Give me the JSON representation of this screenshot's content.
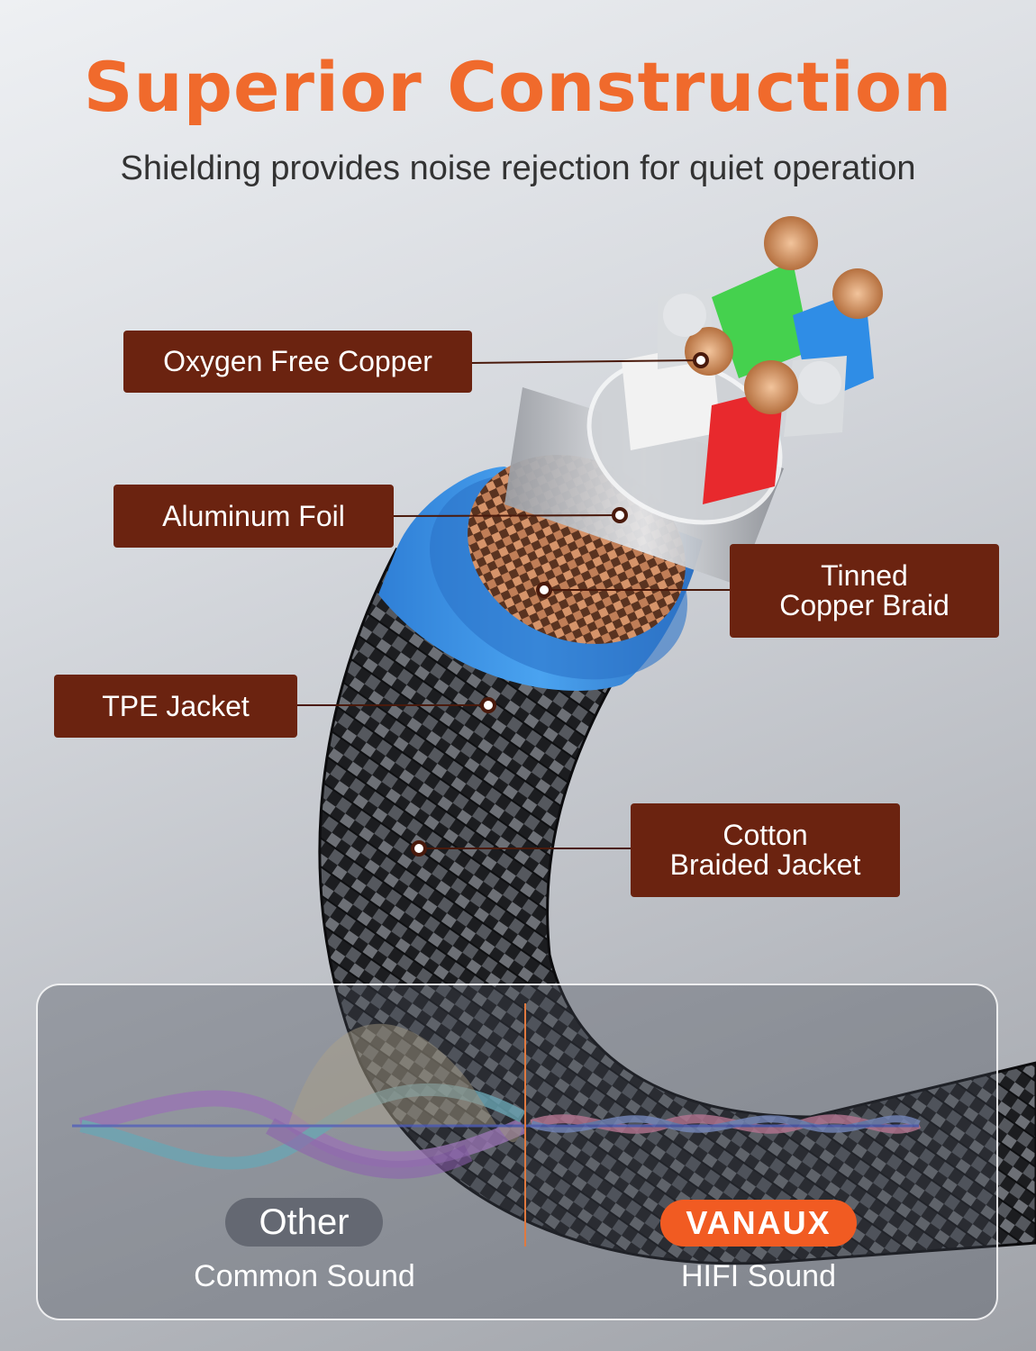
{
  "heading": {
    "title": "Superior Construction",
    "subtitle": "Shielding provides noise rejection for quiet operation"
  },
  "labels": {
    "copper": "Oxygen Free Copper",
    "foil": "Aluminum Foil",
    "braid_line1": "Tinned",
    "braid_line2": "Copper Braid",
    "tpe": "TPE Jacket",
    "cotton_line1": "Cotton",
    "cotton_line2": "Braided Jacket"
  },
  "comparison": {
    "other_badge": "Other",
    "other_caption": "Common Sound",
    "brand_badge": "VANAUX",
    "brand_caption": "HIFI Sound"
  },
  "colors": {
    "accent": "#f06a2c",
    "label_bg": "#6b2310",
    "brand_badge": "#f15b22",
    "jacket_blue": "#3d8fe0"
  }
}
